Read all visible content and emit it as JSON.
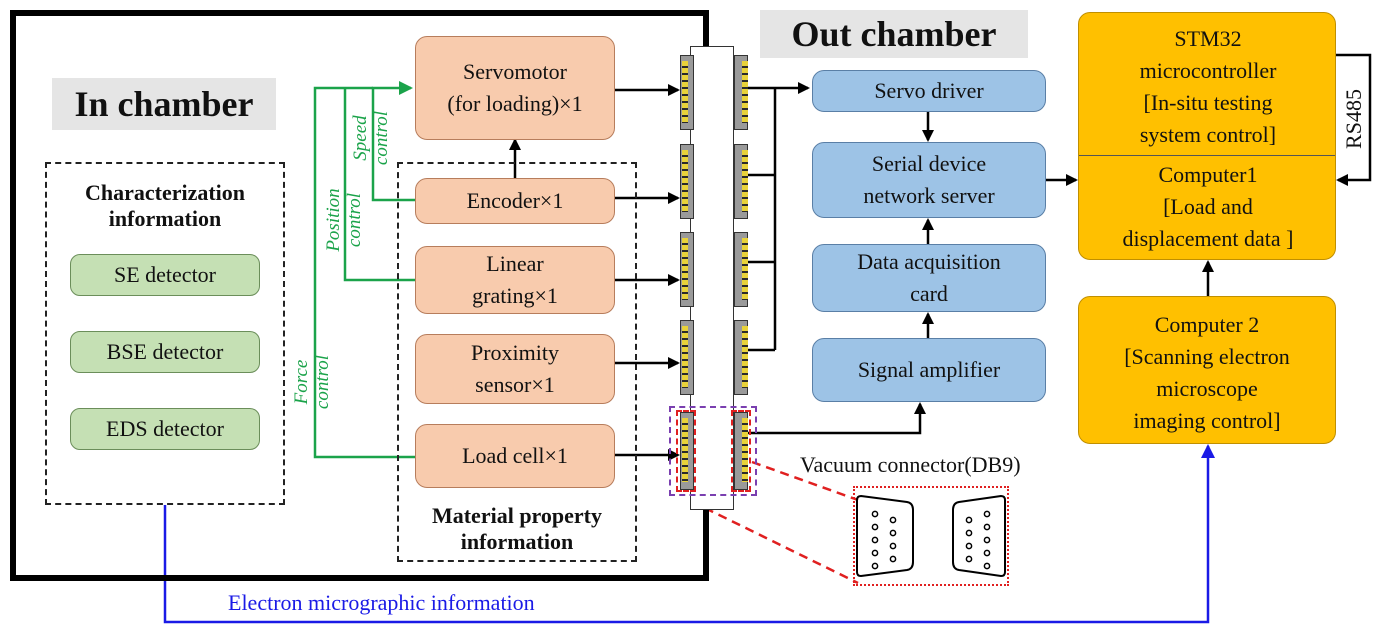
{
  "in_chamber": {
    "title": "In chamber",
    "characterization": {
      "title_line1": "Characterization",
      "title_line2": "information",
      "detectors": [
        "SE  detector",
        "BSE detector",
        "EDS detector"
      ]
    },
    "material": {
      "title_line1": "Material property",
      "title_line2": "information"
    },
    "servomotor": {
      "line1": "Servomotor",
      "line2": "(for loading)×1"
    },
    "encoder": "Encoder×1",
    "linear_grating": {
      "line1": "Linear",
      "line2": "grating×1"
    },
    "proximity": {
      "line1": "Proximity",
      "line2": "sensor×1"
    },
    "load_cell": "Load cell×1",
    "controls": {
      "speed": [
        "Speed",
        "control"
      ],
      "position": [
        "Position",
        "control"
      ],
      "force": [
        "Force",
        "control"
      ]
    }
  },
  "out_chamber": {
    "title": "Out chamber",
    "servo_driver": "Servo driver",
    "serial_server": {
      "line1": "Serial device",
      "line2": "network server"
    },
    "daq": {
      "line1": "Data acquisition",
      "line2": "card"
    },
    "amplifier": "Signal amplifier"
  },
  "controllers": {
    "stm32": [
      "STM32",
      "microcontroller",
      "[In-situ testing",
      "system control]"
    ],
    "computer1": [
      "Computer1",
      "[Load and",
      "displacement data ]"
    ],
    "computer2": [
      "Computer 2",
      "[Scanning electron",
      "microscope",
      "imaging control]"
    ],
    "rs485": "RS485"
  },
  "vacuum_connector": "Vacuum connector(DB9)",
  "electron_info": "Electron micrographic information",
  "colors": {
    "green_box": "#c5e0b4",
    "orange_box": "#f8cbad",
    "blue_box": "#9dc3e6",
    "gold_box": "#ffc000",
    "control_line": "#1ba34a",
    "electron_line": "#1a1ae6",
    "highlight_red": "#e02020",
    "highlight_purple": "#7a3fb0"
  }
}
